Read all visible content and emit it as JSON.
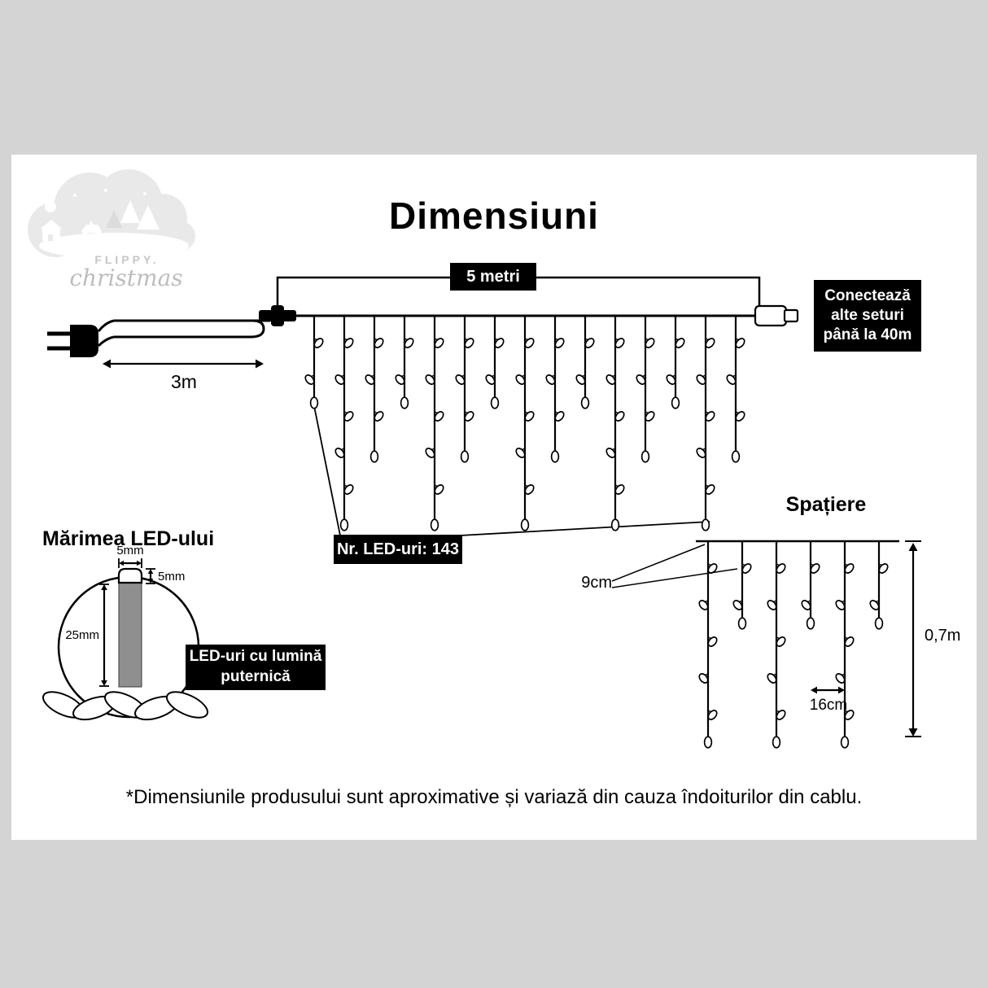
{
  "title": "Dimensiuni",
  "logo": {
    "brand": "FLIPPY.",
    "script": "christmas"
  },
  "main": {
    "total_length": "5 metri",
    "lead_length": "3m",
    "connect_note": "Conectează alte seturi până la 40m",
    "led_count": "Nr. LED-uri: 143"
  },
  "spacing": {
    "heading": "Spațiere",
    "led_gap": "9cm",
    "drop_gap": "16cm",
    "drop_height": "0,7m"
  },
  "led_size": {
    "heading": "Mărimea LED-ului",
    "width": "5mm",
    "head_height": "5mm",
    "body_height": "25mm",
    "callout": "LED-uri cu lumină puternică"
  },
  "footer": "*Dimensiunile produsului sunt aproximative și variază din cauza îndoiturilor din cablu.",
  "colors": {
    "background": "#d4d4d4",
    "panel": "#ffffff",
    "line": "#000000",
    "box_bg": "#000000",
    "box_text": "#ffffff",
    "logo_gray": "#e9e9e9"
  }
}
